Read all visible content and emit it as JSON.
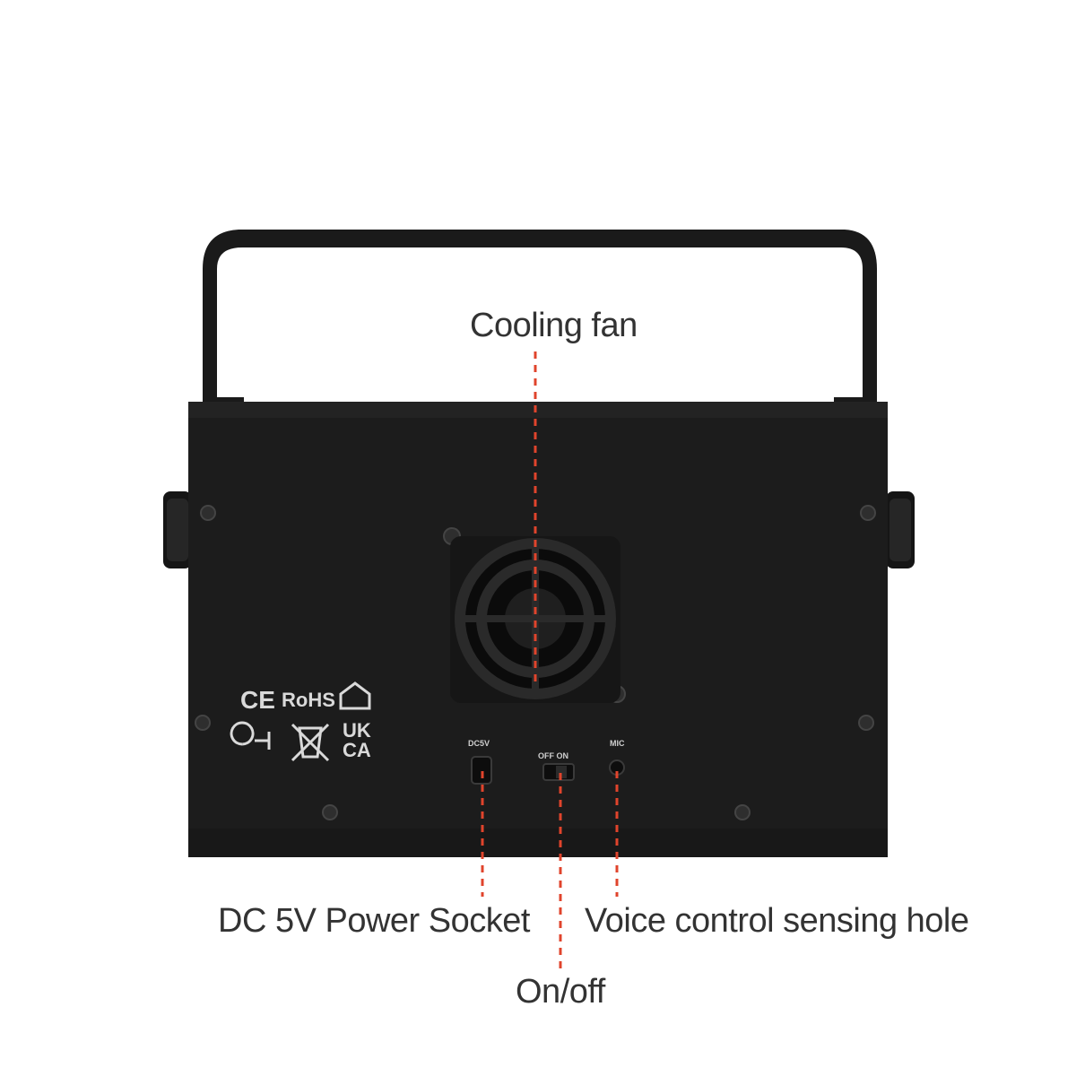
{
  "callouts": {
    "cooling_fan": "Cooling fan",
    "power_socket": "DC 5V Power Socket",
    "voice_hole": "Voice control sensing hole",
    "on_off": "On/off"
  },
  "panel_markings": {
    "ce": "CE",
    "rohs": "RoHS",
    "ukca_top": "UK",
    "ukca_bottom": "CA"
  },
  "port_labels": {
    "dc": "DC5V",
    "switch": "OFF ON",
    "mic": "MIC"
  },
  "colors": {
    "body": "#1c1c1c",
    "leader_line": "#e0442c",
    "callout_text": "#333333"
  }
}
